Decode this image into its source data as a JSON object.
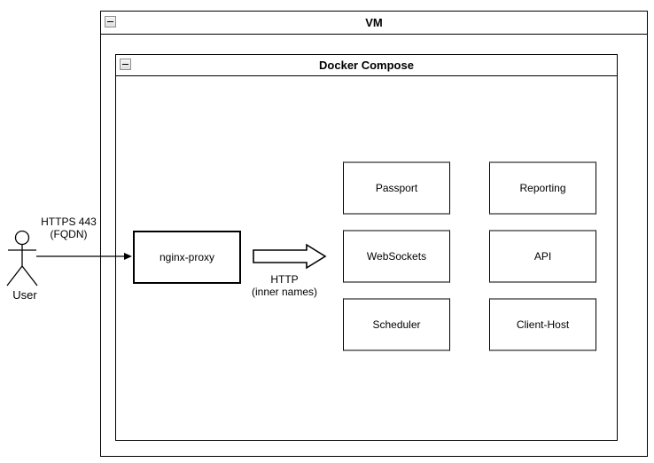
{
  "colors": {
    "stroke": "#000000",
    "service_box_edge_gray": "#808080",
    "background": "#ffffff",
    "collapse_icon_fill": "#e8e8e8"
  },
  "vm": {
    "title": "VM"
  },
  "docker_compose": {
    "title": "Docker Compose"
  },
  "actor": {
    "label": "User"
  },
  "user_to_proxy_edge": {
    "label": [
      "HTTPS 443",
      "(FQDN)"
    ]
  },
  "proxy_box": {
    "label": "nginx-proxy"
  },
  "proxy_to_services_edge": {
    "label": [
      "HTTP",
      "(inner names)"
    ]
  },
  "services": [
    {
      "label": "Passport"
    },
    {
      "label": "Reporting"
    },
    {
      "label": "WebSockets"
    },
    {
      "label": "API"
    },
    {
      "label": "Scheduler"
    },
    {
      "label": "Client-Host"
    }
  ]
}
